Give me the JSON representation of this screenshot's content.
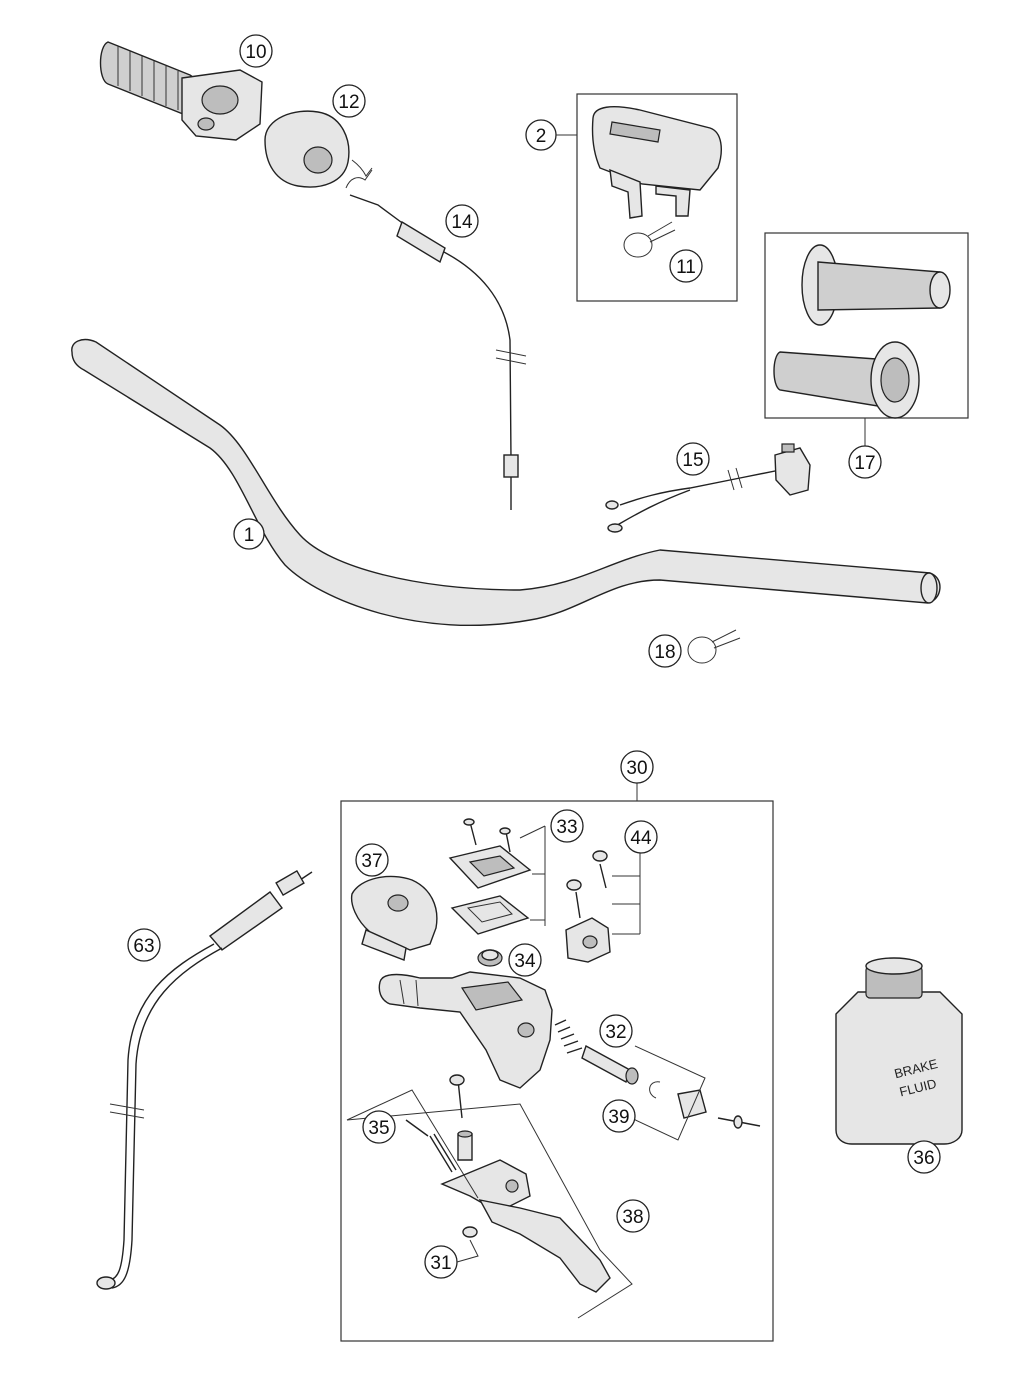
{
  "callouts": [
    {
      "id": "c1",
      "label": "1"
    },
    {
      "id": "c2",
      "label": "2"
    },
    {
      "id": "c10",
      "label": "10"
    },
    {
      "id": "c11",
      "label": "11"
    },
    {
      "id": "c12",
      "label": "12"
    },
    {
      "id": "c14",
      "label": "14"
    },
    {
      "id": "c15",
      "label": "15"
    },
    {
      "id": "c17",
      "label": "17"
    },
    {
      "id": "c18",
      "label": "18"
    },
    {
      "id": "c30",
      "label": "30"
    },
    {
      "id": "c31",
      "label": "31"
    },
    {
      "id": "c32",
      "label": "32"
    },
    {
      "id": "c33",
      "label": "33"
    },
    {
      "id": "c34",
      "label": "34"
    },
    {
      "id": "c35",
      "label": "35"
    },
    {
      "id": "c36",
      "label": "36"
    },
    {
      "id": "c37",
      "label": "37"
    },
    {
      "id": "c38",
      "label": "38"
    },
    {
      "id": "c39",
      "label": "39"
    },
    {
      "id": "c44",
      "label": "44"
    },
    {
      "id": "c63",
      "label": "63"
    }
  ],
  "brake_fluid_label": {
    "line1": "BRAKE",
    "line2": "FLUID"
  }
}
